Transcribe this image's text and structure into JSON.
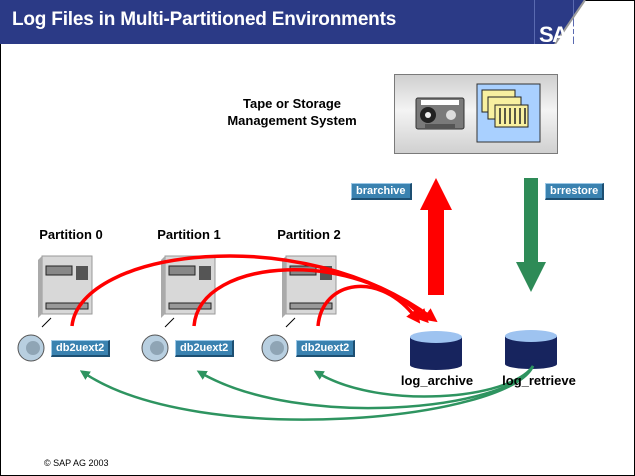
{
  "title": "Log Files in Multi-Partitioned Environments",
  "logo": "SAP",
  "storage": {
    "label_line1": "Tape or Storage",
    "label_line2": "Management System",
    "icons": [
      "tape-cassette-icon",
      "storage-library-icon"
    ]
  },
  "arrows": {
    "up_label": "brarchive",
    "down_label": "brrestore",
    "up_color": "#ff0000",
    "down_color": "#2e8b57"
  },
  "partitions": [
    {
      "label": "Partition 0",
      "process": "db2uext2"
    },
    {
      "label": "Partition 1",
      "process": "db2uext2"
    },
    {
      "label": "Partition 2",
      "process": "db2uext2"
    }
  ],
  "databases": [
    {
      "label": "log_archive"
    },
    {
      "label": "log_retrieve"
    }
  ],
  "colors": {
    "banner": "#2b3a86",
    "archive_flow": "#ff0000",
    "retrieve_flow": "#2e9460",
    "db_body": "#17245e",
    "db_top": "#9ec3f0",
    "tag": "#3a82b0"
  },
  "footer": "© SAP AG 2003"
}
